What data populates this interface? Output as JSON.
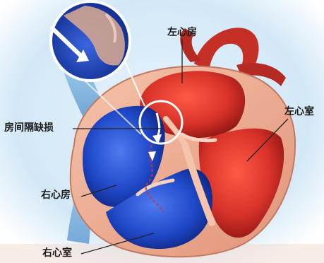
{
  "labels": {
    "left_atrium": "左心房",
    "left_ventricle": "左心室",
    "atrial_septal_defect": "房间隔缺损",
    "right_atrium": "右心房",
    "right_ventricle": "右心室"
  },
  "colors": {
    "oxygenated_blood": "#d9332a",
    "deoxygenated_blood": "#1f48c7",
    "heart_muscle": "#f2b49a",
    "background_glow": "#cfe6f8"
  }
}
